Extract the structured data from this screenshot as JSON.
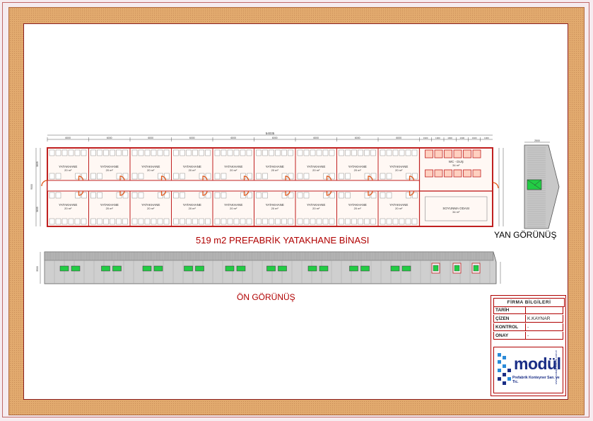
{
  "title_main": "519 m2 PREFABRİK YATAKHANE BİNASI",
  "title_front": "ÖN GÖRÜNÜŞ",
  "title_side": "YAN GÖRÜNÜŞ",
  "dimensions": {
    "overall": "54035",
    "bays": [
      "6000",
      "6000",
      "6000",
      "6000",
      "6000",
      "6000",
      "6000",
      "6000",
      "6000"
    ],
    "wc_bays": [
      "1900",
      "1900",
      "1900",
      "1900",
      "1900",
      "1900"
    ],
    "depth": "9000",
    "half_depths": [
      "3835",
      "3835"
    ],
    "side_width": "2500",
    "front_height": "3500"
  },
  "rooms": {
    "dorm_label": "YATAKHANE",
    "dorm_area": "20 m²",
    "wc_label": "WC - DUŞ",
    "wc_area": "34 m²",
    "locker_label": "SOYUNMA ODASI",
    "locker_area": "34 m²"
  },
  "colors": {
    "wall": "#c02020",
    "door": "#e05010",
    "window": "#22cc44",
    "roof": "#b8b8b8",
    "title_red": "#b00000",
    "logo_blue": "#1a2e86",
    "frame": "#e2aa6e"
  },
  "title_block": {
    "header": "FİRMA BİLGİLERİ",
    "rows": [
      {
        "key": "TARİH",
        "value": ""
      },
      {
        "key": "ÇİZEN",
        "value": "K.KAYNAR"
      },
      {
        "key": "KONTROL",
        "value": "-"
      },
      {
        "key": "ONAY",
        "value": "-"
      }
    ],
    "logo_word": "modül",
    "logo_sub": "Prefabrik Konteyner San. ve Tic.",
    "logo_url": "www.modulprefabrik.com.tr"
  }
}
